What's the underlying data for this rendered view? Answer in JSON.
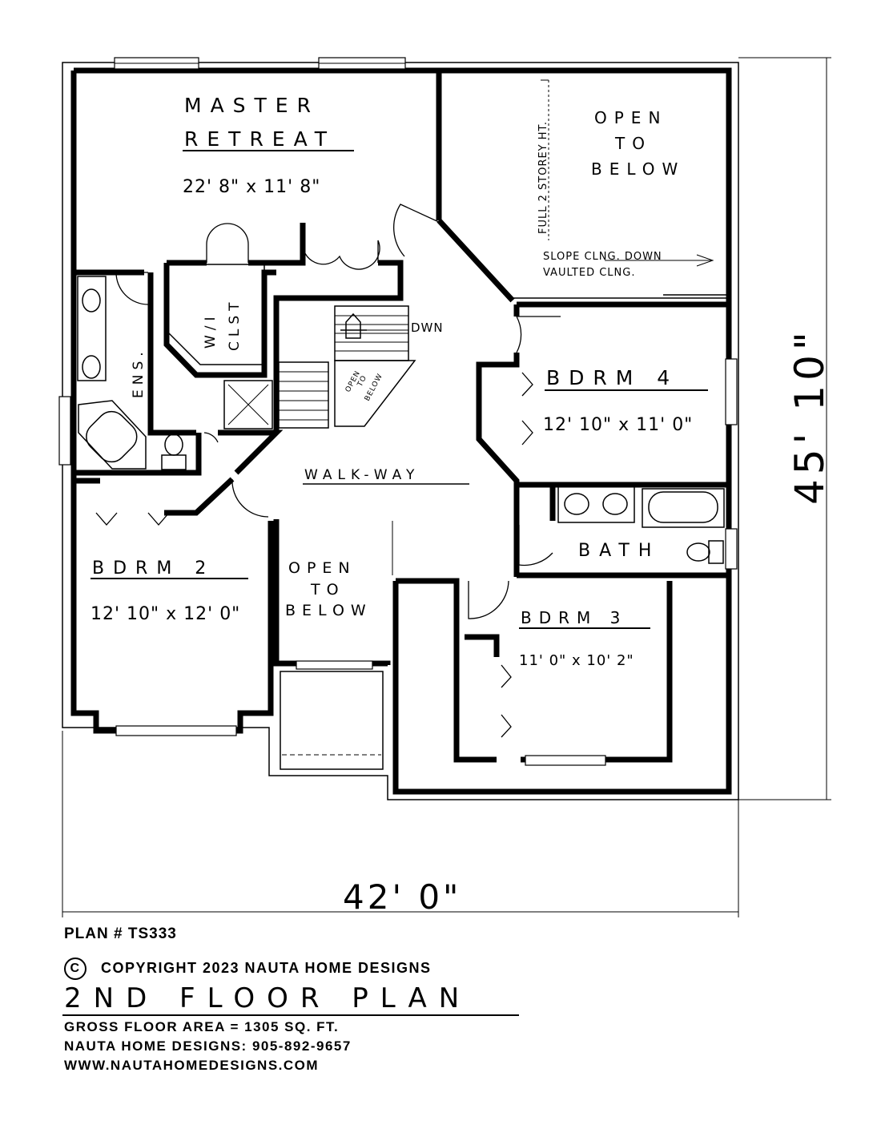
{
  "rooms": {
    "master_retreat": {
      "name_line1": "MASTER",
      "name_line2": "RETREAT",
      "size": "22' 8\" x 11' 8\""
    },
    "open_to_below_main": {
      "line1": "OPEN",
      "line2": "TO",
      "line3": "BELOW"
    },
    "full_storey_note": "FULL 2 STOREY HT.",
    "slope_note": "SLOPE CLNG. DOWN",
    "vaulted_note": "VAULTED CLNG.",
    "closet": {
      "line1": "W/I",
      "line2": "CLST"
    },
    "ensuite": "ENS.",
    "stair_down": "DWN",
    "stair_open": {
      "line1": "OPEN",
      "line2": "TO",
      "line3": "BELOW"
    },
    "bedroom4": {
      "name": "BDRM 4",
      "size": "12' 10\" x 11' 0\""
    },
    "walkway": "WALK-WAY",
    "bath": "BATH",
    "bedroom2": {
      "name": "BDRM 2",
      "size": "12' 10\" x 12' 0\""
    },
    "open_to_below_foyer": {
      "line1": "OPEN",
      "line2": "TO",
      "line3": "BELOW"
    },
    "bedroom3": {
      "name": "BDRM 3",
      "size": "11' 0\" x 10' 2\""
    }
  },
  "dimensions": {
    "depth": "45' 10\"",
    "width": "42' 0\""
  },
  "footer": {
    "plan_number": "PLAN # TS333",
    "copyright_symbol": "C",
    "copyright": "COPYRIGHT 2023 NAUTA HOME DESIGNS",
    "title": "2ND FLOOR PLAN",
    "gross_area": "GROSS  FLOOR AREA  =  1305  SQ. FT.",
    "designer_phone": "NAUTA HOME DESIGNS:  905-892-9657",
    "website": "WWW.NAUTAHOMEDESIGNS.COM"
  }
}
